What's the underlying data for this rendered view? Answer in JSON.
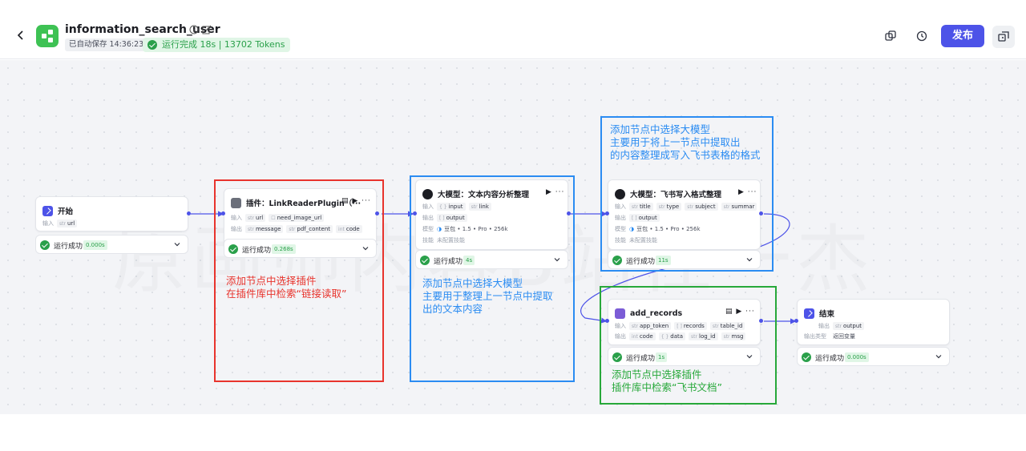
{
  "header": {
    "app_name": "information_search_user",
    "autosave": "已自动保存 14:36:23",
    "run_status": "运行完成 18s | 13702 Tokens",
    "publish_label": "发布",
    "accent_color": "#4d53e8"
  },
  "nodes": {
    "start": {
      "title": "开始",
      "input_label": "输入",
      "inputs": [
        "url"
      ],
      "status": "运行成功",
      "time": "0.000s"
    },
    "plugin": {
      "title": "插件：LinkReaderPlugin（···",
      "input_label": "输入",
      "output_label": "输出",
      "inputs": [
        "url",
        "need_image_url"
      ],
      "outputs": [
        "message",
        "pdf_content",
        "code"
      ],
      "status": "运行成功",
      "time": "0.268s"
    },
    "llm1": {
      "title": "大模型：文本内容分析整理",
      "input_label": "输入",
      "output_label": "输出",
      "model_label": "模型",
      "skill_label": "技能",
      "inputs": [
        "input",
        "link"
      ],
      "outputs": [
        "output"
      ],
      "model": "豆包 • 1.5 • Pro • 256k",
      "skill": "未配置技能",
      "status": "运行成功",
      "time": "4s"
    },
    "llm2": {
      "title": "大模型：飞书写入格式整理",
      "input_label": "输入",
      "output_label": "输出",
      "model_label": "模型",
      "skill_label": "技能",
      "inputs": [
        "title",
        "type",
        "subject",
        "summar"
      ],
      "outputs": [
        "output"
      ],
      "model": "豆包 • 1.5 • Pro • 256k",
      "skill": "未配置技能",
      "status": "运行成功",
      "time": "11s"
    },
    "records": {
      "title": "add_records",
      "input_label": "输入",
      "output_label": "输出",
      "inputs": [
        "app_token",
        "records",
        "table_id"
      ],
      "outputs": [
        "code",
        "data",
        "log_id",
        "msg"
      ],
      "status": "运行成功",
      "time": "1s"
    },
    "end": {
      "title": "结束",
      "output_label": "输出",
      "output_var_label": "输出类型",
      "outputs": [
        "output"
      ],
      "output_var": "返回变量",
      "status": "运行成功",
      "time": "0.000s"
    }
  },
  "annotations": {
    "red": [
      "添加节点中选择插件",
      "在插件库中检索“链接读取”"
    ],
    "blue1": [
      "添加节点中选择大模型",
      "主要用于整理上一节点中提取",
      "出的文本内容"
    ],
    "blue2": [
      "添加节点中选择大模型",
      "主要用于将上一节点中提取出",
      "的内容整理成写入飞书表格的格式"
    ],
    "green": [
      "添加节点中选择插件",
      "插件库中检索“飞书文档”"
    ]
  },
  "watermark": "原画师内容B站任一杰",
  "colors": {
    "red_annotation": "#e8342d",
    "blue_annotation": "#2b8cf2",
    "green_annotation": "#27a83a",
    "success": "#2aa04a"
  }
}
